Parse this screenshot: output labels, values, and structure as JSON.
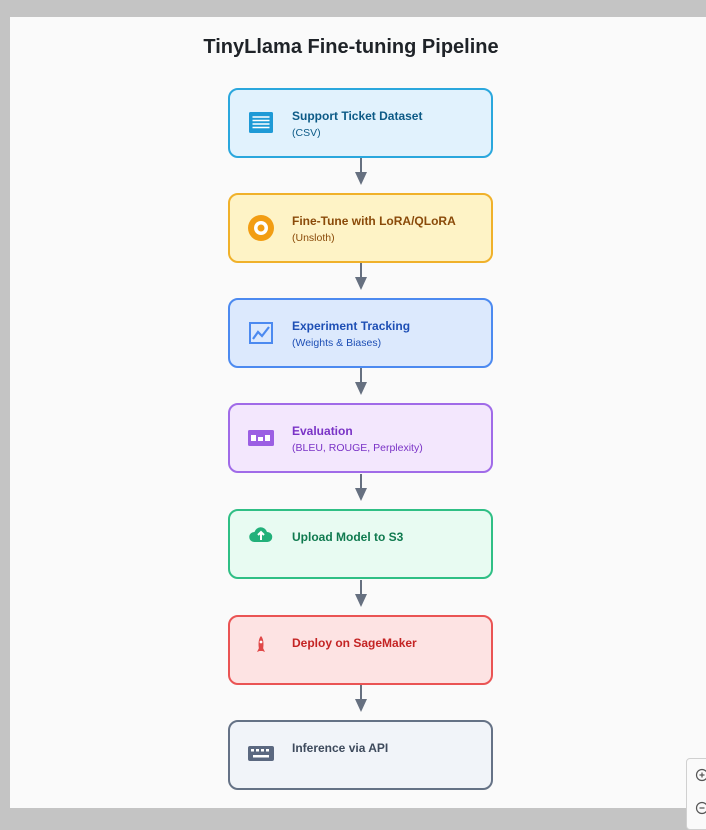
{
  "title": "TinyLlama Fine-tuning Pipeline",
  "nodes": [
    {
      "label": "Support Ticket Dataset",
      "sub": "(CSV)",
      "icon": "document-lines-icon",
      "fill": "#e1f2fd",
      "border": "#2aa7dd",
      "text": "#0c5a86",
      "accent": "#1e9ad6"
    },
    {
      "label": "Fine-Tune with LoRA/QLoRA",
      "sub": "(Unsloth)",
      "icon": "gear-ring-icon",
      "fill": "#fef3c6",
      "border": "#f0b12a",
      "text": "#8a4a09",
      "accent": "#f29d13"
    },
    {
      "label": "Experiment Tracking",
      "sub": "(Weights & Biases)",
      "icon": "line-chart-icon",
      "fill": "#dce9fd",
      "border": "#4c8af0",
      "text": "#1e4fb5",
      "accent": "#4c8af0"
    },
    {
      "label": "Evaluation",
      "sub": "(BLEU, ROUGE, Perplexity)",
      "icon": "metrics-board-icon",
      "fill": "#f3e7fd",
      "border": "#a06be8",
      "text": "#7a33c6",
      "accent": "#9b5fe3"
    },
    {
      "label": "Upload Model to S3",
      "sub": "",
      "icon": "cloud-upload-icon",
      "fill": "#e8fbf2",
      "border": "#2fbf85",
      "text": "#0f7a4f",
      "accent": "#22b07a"
    },
    {
      "label": "Deploy on SageMaker",
      "sub": "",
      "icon": "rocket-icon",
      "fill": "#fde3e3",
      "border": "#ea5454",
      "text": "#c42424",
      "accent": "#e04848"
    },
    {
      "label": "Inference via API",
      "sub": "",
      "icon": "keyboard-icon",
      "fill": "#f1f4f9",
      "border": "#657286",
      "text": "#3e4a5c",
      "accent": "#5b6880"
    }
  ],
  "colors": {
    "arrow": "#667080",
    "title": "#1f2328"
  }
}
